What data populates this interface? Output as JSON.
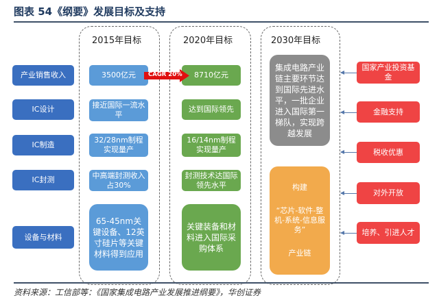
{
  "title": "图表 54《纲要》发展目标及支持",
  "columns": {
    "c2015": "2015年目标",
    "c2020": "2020年目标",
    "c2030": "2030年目标"
  },
  "rows": [
    "产业销售收入",
    "IC设计",
    "IC制造",
    "IC封测",
    "设备与材料"
  ],
  "goals2015": [
    "3500亿元",
    "接近国际一流水平",
    "32/28nm制程实现量产",
    "中高端封测收入占30%",
    "65-45nm关键设备、12英寸硅片等关键材料得到应用"
  ],
  "goals2020": [
    "8710亿元",
    "达到国际领先",
    "16/14nm制程实现量产",
    "封测技术达国际领先水平",
    "关键装备和材料进入国际采购体系"
  ],
  "cagr": "CAGR 20%",
  "goals2030": {
    "gray": "集成电路产业链主要环节达到国际先进水平，一批企业进入国际第一梯队，实现跨越发展",
    "orange_top": "构建",
    "orange_mid": "“芯片-软件-整机-系统-信息服务”",
    "orange_bottom": "产业链"
  },
  "supports": [
    "国家产业投资基金",
    "金融支持",
    "税收优惠",
    "对外开放",
    "培养、引进人才"
  ],
  "source": "资料来源：工信部等：《国家集成电路产业发展推进纲要》，华创证券"
}
